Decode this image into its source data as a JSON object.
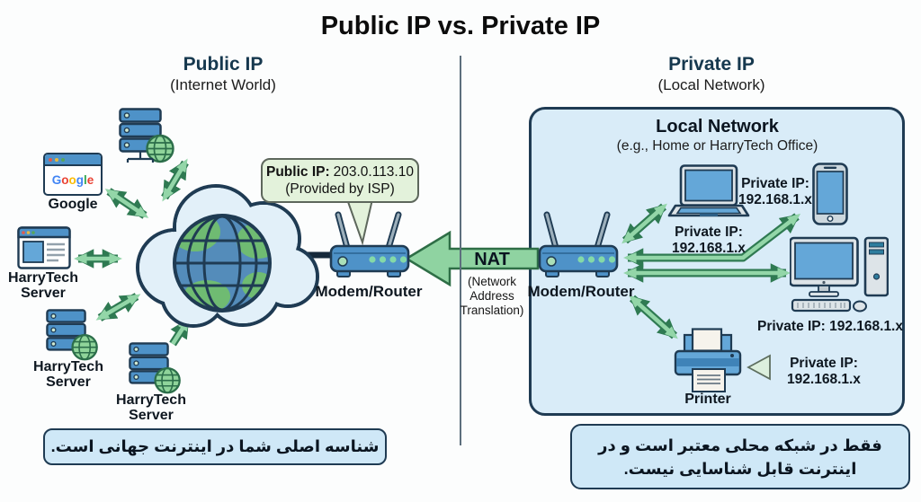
{
  "title": "Public IP vs. Private IP",
  "left": {
    "heading": "Public IP",
    "subheading": "(Internet World)",
    "google_letters": [
      "G",
      "o",
      "o",
      "g",
      "l",
      "e"
    ],
    "google_label": "Google",
    "server_label": {
      "l1": "HarryTech",
      "l2": "Server"
    },
    "callout": {
      "bold": "Public IP:",
      "value": "203.0.113.10",
      "line2": "(Provided by ISP)"
    },
    "modem_label": "Modem/Router"
  },
  "nat": {
    "label": "NAT",
    "sub_lines": [
      "(Network",
      "Address",
      "Translation)"
    ]
  },
  "right": {
    "heading": "Private IP",
    "subheading": "(Local Network)",
    "lan_title": "Local Network",
    "lan_subtitle": "(e.g., Home or HarryTech Office)",
    "modem_label": "Modem/Router",
    "laptop_ip": {
      "l1": "Private IP:",
      "l2": "192.168.1.x"
    },
    "phone_ip": {
      "l1": "Private IP:",
      "l2": "192.168.1.x"
    },
    "desktop_ip": "Private IP: 192.168.1.x",
    "printer_label": "Printer",
    "printer_ip": {
      "l1": "Private IP:",
      "l2": "192.168.1.x"
    }
  },
  "footers": {
    "left": "شناسه اصلی شما در اینترنت جهانی است.",
    "right_line1": "فقط در شبکه محلی معتبر است و در",
    "right_line2": "اینترنت قابل شناسایی نیست."
  },
  "colors": {
    "device_blue": "#4e92c8",
    "outline_navy": "#1f3b53",
    "arrow_green": "#8fd3a1",
    "arrow_green_dark": "#2f7a52",
    "lan_bg": "#d9ecf8",
    "callout_bg": "#e3f2db",
    "footer_bg": "#cfe8f7",
    "google_blue": "#4285F4",
    "google_red": "#EA4335",
    "google_yellow": "#FBBC05",
    "google_green": "#34A853"
  }
}
